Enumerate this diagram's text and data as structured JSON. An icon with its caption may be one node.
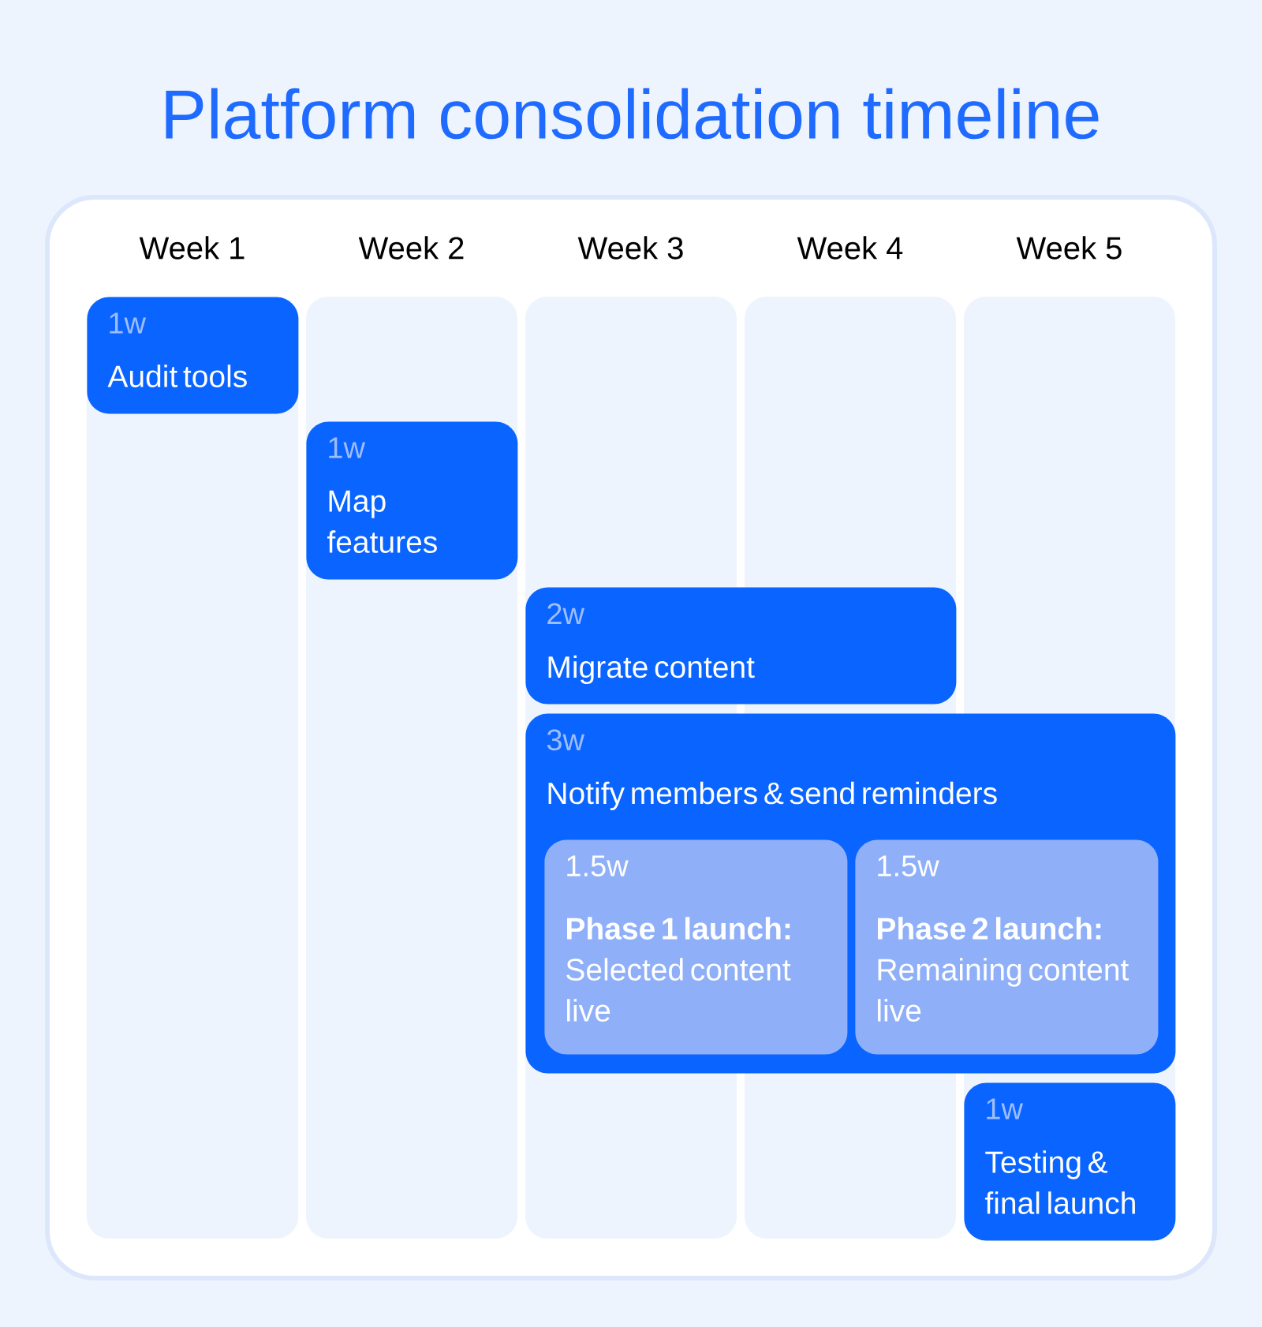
{
  "diagram": {
    "title": "Platform consolidation timeline",
    "nodes": [
      {
        "text": [
          "Week 1"
        ]
      },
      {
        "text": [
          "Week 2"
        ]
      },
      {
        "text": [
          "Week 3"
        ]
      },
      {
        "text": [
          "Week 4"
        ]
      },
      {
        "text": [
          "Week 5"
        ]
      },
      {
        "text": [
          "1w",
          "Audit tools"
        ]
      },
      {
        "text": [
          "1w",
          "Map features"
        ]
      },
      {
        "text": [
          "2w",
          "Migrate content"
        ]
      },
      {
        "text": [
          "3w",
          "Notify members & send reminders"
        ]
      },
      {
        "text": [
          "1.5w",
          "**Phase 1 launch:** Selected content live"
        ],
        "in": 8
      },
      {
        "text": [
          "1.5w",
          "**Phase 2 launch:** Remaining content live"
        ],
        "in": 8
      },
      {
        "text": [
          "1w",
          "Testing & final launch"
        ]
      }
    ]
  }
}
